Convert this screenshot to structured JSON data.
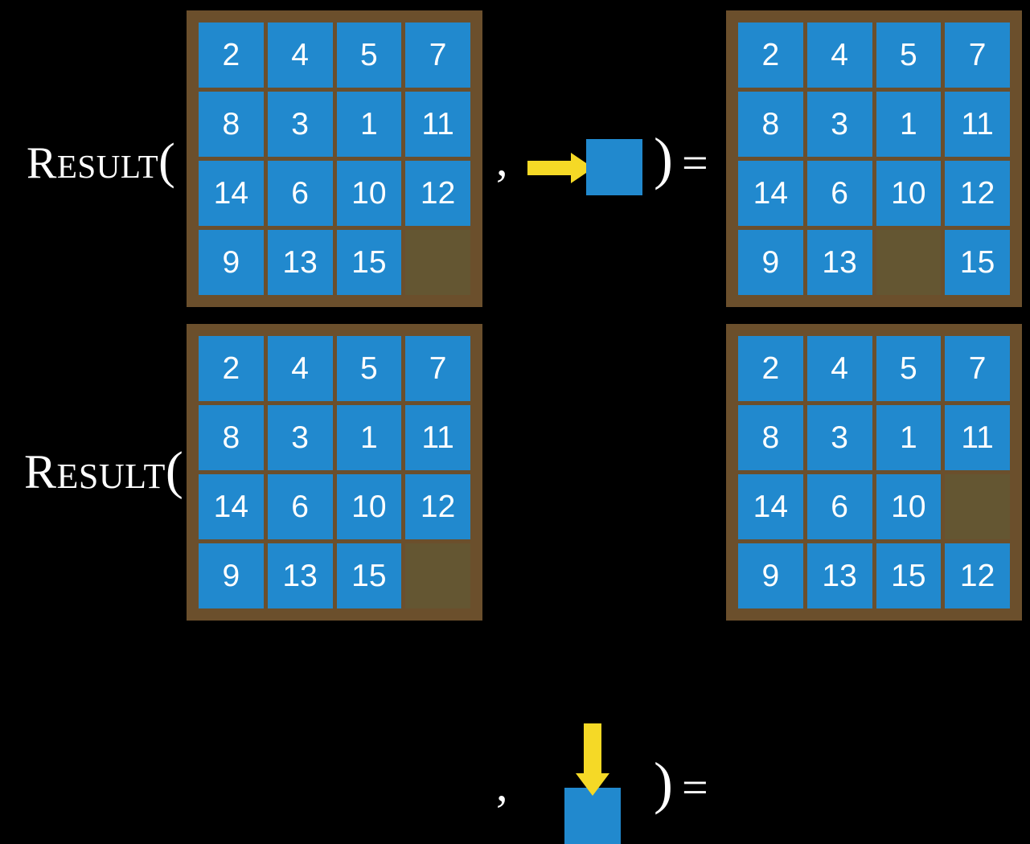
{
  "page": {
    "background_color": "#000000",
    "title": "Result of sliding-puzzle move operations"
  },
  "palette": {
    "tile_blue": "#2189ce",
    "board_brown": "#6b4f2c",
    "empty_cell_brown": "#645632",
    "arrow_yellow": "#f5d926",
    "text_white": "#ffffff"
  },
  "symbols": {
    "result_big": "R",
    "result_rest": "ESULT",
    "open_paren": "(",
    "comma": ",",
    "close_paren": ")",
    "equals": "="
  },
  "rows": [
    {
      "id": "row-move-right",
      "label": "RESULT(",
      "input_board": {
        "name": "input-board-top",
        "rows": 4,
        "cols": 4,
        "cells": [
          [
            "2",
            "4",
            "5",
            "7"
          ],
          [
            "8",
            "3",
            "1",
            "11"
          ],
          [
            "14",
            "6",
            "10",
            "12"
          ],
          [
            "9",
            "13",
            "15",
            ""
          ]
        ]
      },
      "action": {
        "name": "move-right-action",
        "arrow_direction": "right",
        "arrow_icon": "arrow-right-icon",
        "square_label": ""
      },
      "output_board": {
        "name": "output-board-top",
        "rows": 4,
        "cols": 4,
        "cells": [
          [
            "2",
            "4",
            "5",
            "7"
          ],
          [
            "8",
            "3",
            "1",
            "11"
          ],
          [
            "14",
            "6",
            "10",
            "12"
          ],
          [
            "9",
            "13",
            "",
            "15"
          ]
        ]
      }
    },
    {
      "id": "row-move-down",
      "label": "RESULT(",
      "input_board": {
        "name": "input-board-bottom",
        "rows": 4,
        "cols": 4,
        "cells": [
          [
            "2",
            "4",
            "5",
            "7"
          ],
          [
            "8",
            "3",
            "1",
            "11"
          ],
          [
            "14",
            "6",
            "10",
            "12"
          ],
          [
            "9",
            "13",
            "15",
            ""
          ]
        ]
      },
      "action": {
        "name": "move-down-action",
        "arrow_direction": "down",
        "arrow_icon": "arrow-down-icon",
        "square_label": ""
      },
      "output_board": {
        "name": "output-board-bottom",
        "rows": 4,
        "cols": 4,
        "cells": [
          [
            "2",
            "4",
            "5",
            "7"
          ],
          [
            "8",
            "3",
            "1",
            "11"
          ],
          [
            "14",
            "6",
            "10",
            ""
          ],
          [
            "9",
            "13",
            "15",
            "12"
          ]
        ]
      }
    }
  ]
}
